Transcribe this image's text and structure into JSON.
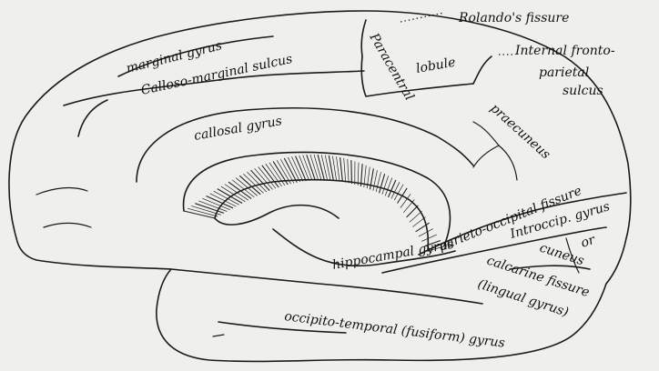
{
  "labels": {
    "rolando": "Rolando's fissure",
    "internal_fronto_1": "Internal fronto-",
    "internal_fronto_2": "parietal",
    "internal_fronto_3": "sulcus",
    "marginal_gyrus": "marginal gyrus",
    "paracentral_1": "Paracentral",
    "paracentral_2": "lobule",
    "calloso_marginal": "Calloso-marginal sulcus",
    "callosal_gyrus": "callosal gyrus",
    "praecuneus": "praecuneus",
    "parieto_occipital": "parieto-occipital fissure",
    "introccip": "Introccip. gyrus",
    "or": "or",
    "cuneus": "cuneus",
    "hippocampal": "hippocampal gyrus",
    "calcarine": "calcarine fissure",
    "lingual": "(lingual gyrus)",
    "occipito_temporal": "occipito-temporal (fusiform) gyrus"
  }
}
